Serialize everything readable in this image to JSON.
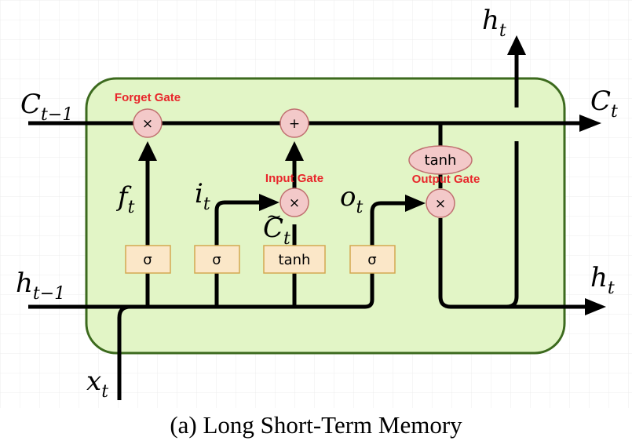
{
  "caption": "(a) Long Short-Term Memory",
  "gates": {
    "forget": "Forget Gate",
    "input": "Input Gate",
    "output": "Output Gate"
  },
  "operators": {
    "multiply": "×",
    "add": "+"
  },
  "activations": {
    "sigma_forget": "σ",
    "sigma_input": "σ",
    "tanh_candidate": "tanh",
    "sigma_output": "σ",
    "tanh_cell": "tanh"
  },
  "variables": {
    "c_prev": {
      "base": "C",
      "sub": "t−1"
    },
    "c_t": {
      "base": "C",
      "sub": "t"
    },
    "h_prev": {
      "base": "h",
      "sub": "t−1"
    },
    "h_t_right": {
      "base": "h",
      "sub": "t"
    },
    "h_t_top": {
      "base": "h",
      "sub": "t"
    },
    "x_t": {
      "base": "x",
      "sub": "t"
    },
    "f_t": {
      "base": "f",
      "sub": "t"
    },
    "i_t": {
      "base": "i",
      "sub": "t"
    },
    "o_t": {
      "base": "o",
      "sub": "t"
    },
    "c_tilde": {
      "base": "C",
      "accent": "~",
      "sub": "t"
    }
  },
  "colors": {
    "cell_fill": "#e2f5c6",
    "cell_border": "#3c6a1e",
    "op_fill": "#f3c9c9",
    "op_border": "#c07070",
    "act_fill": "#fbe7c8",
    "act_border": "#d3a850",
    "gate_label": "#e8262b",
    "line": "#000000"
  }
}
